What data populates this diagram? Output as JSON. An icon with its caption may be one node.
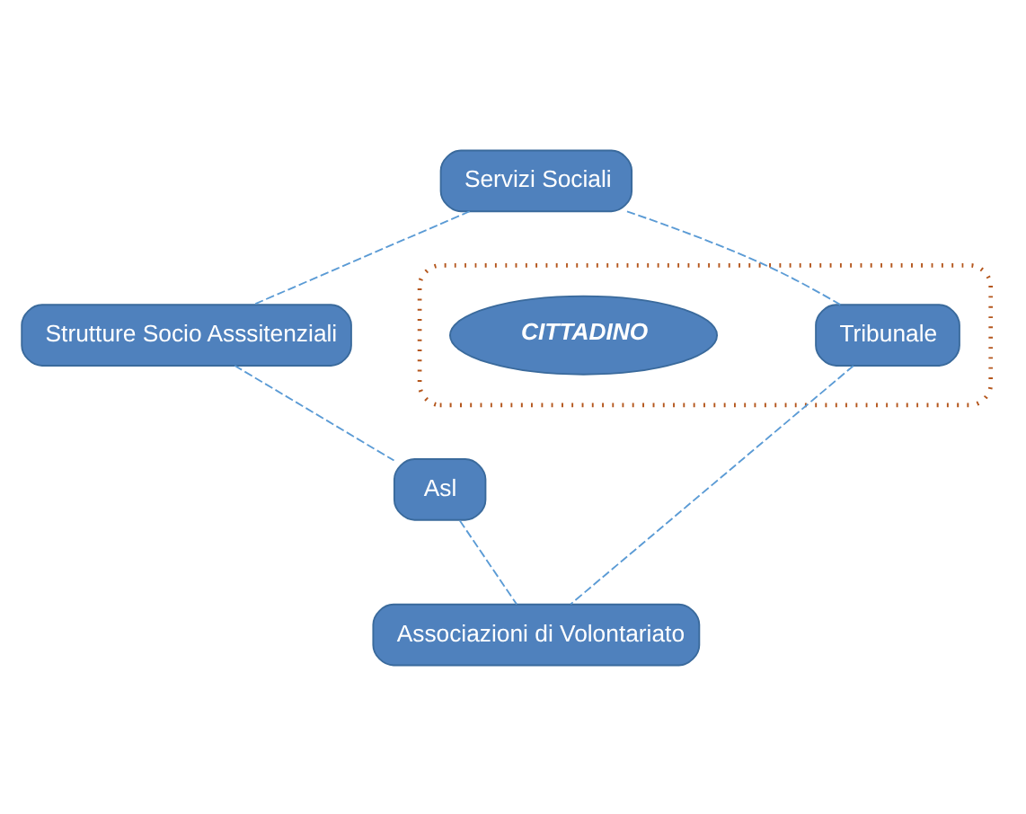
{
  "diagram": {
    "nodes": [
      {
        "text": [
          "Servizi Sociali"
        ]
      },
      {
        "text": [
          "Strutture Socio Asssitenziali"
        ]
      },
      {
        "text": [],
        "shape": "ellipse"
      },
      {
        "text": [
          "Tribunale"
        ],
        "in": 2
      },
      {
        "text": [
          "CITTADINO"
        ],
        "in": 2
      },
      {
        "text": [
          "Asl"
        ]
      },
      {
        "text": [
          "Associazioni di Volontariato"
        ]
      }
    ],
    "edges": [
      {
        "from": 0,
        "to": 1,
        "arrow": "none",
        "style": "dashed"
      },
      {
        "from": 0,
        "to": 3,
        "arrow": "none",
        "style": "dashed"
      },
      {
        "from": 1,
        "to": 5,
        "arrow": "none",
        "style": "dashed"
      },
      {
        "from": 3,
        "to": 6,
        "arrow": "none",
        "style": "dashed"
      },
      {
        "from": 5,
        "to": 6,
        "arrow": "none",
        "style": "dashed"
      }
    ]
  }
}
